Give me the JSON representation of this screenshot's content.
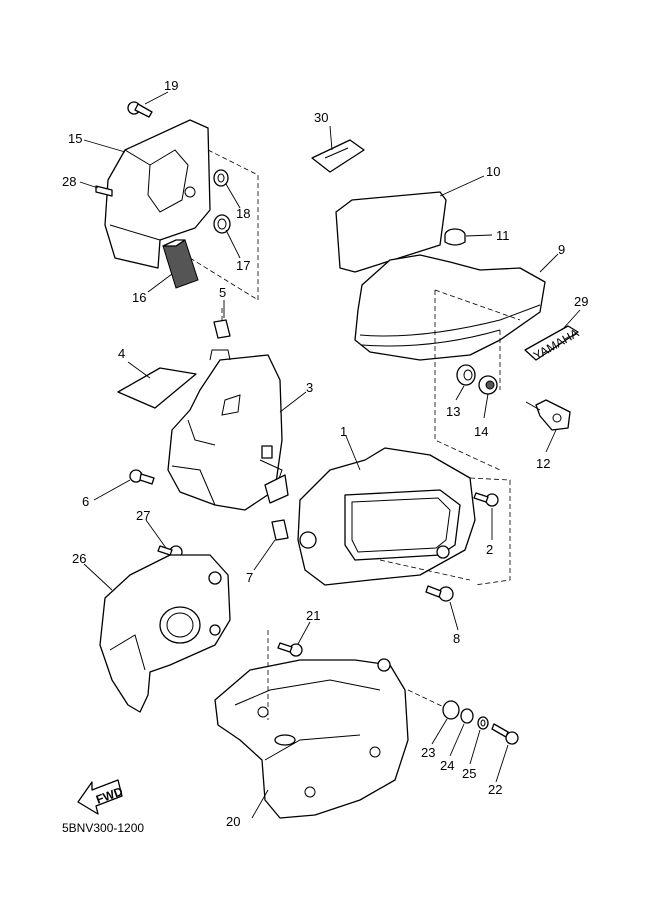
{
  "diagram_code": "5BNV300-1200",
  "fwd_label": "FWD",
  "badge_text": "YAMAHA",
  "parts": [
    {
      "id": "p1",
      "label": "1"
    },
    {
      "id": "p2",
      "label": "2"
    },
    {
      "id": "p3",
      "label": "3"
    },
    {
      "id": "p4",
      "label": "4"
    },
    {
      "id": "p5",
      "label": "5"
    },
    {
      "id": "p6",
      "label": "6"
    },
    {
      "id": "p7",
      "label": "7"
    },
    {
      "id": "p8",
      "label": "8"
    },
    {
      "id": "p9",
      "label": "9"
    },
    {
      "id": "p10",
      "label": "10"
    },
    {
      "id": "p11",
      "label": "11"
    },
    {
      "id": "p12",
      "label": "12"
    },
    {
      "id": "p13",
      "label": "13"
    },
    {
      "id": "p14",
      "label": "14"
    },
    {
      "id": "p15",
      "label": "15"
    },
    {
      "id": "p16",
      "label": "16"
    },
    {
      "id": "p17",
      "label": "17"
    },
    {
      "id": "p18",
      "label": "18"
    },
    {
      "id": "p19",
      "label": "19"
    },
    {
      "id": "p20",
      "label": "20"
    },
    {
      "id": "p21",
      "label": "21"
    },
    {
      "id": "p22",
      "label": "22"
    },
    {
      "id": "p23",
      "label": "23"
    },
    {
      "id": "p24",
      "label": "24"
    },
    {
      "id": "p25",
      "label": "25"
    },
    {
      "id": "p26",
      "label": "26"
    },
    {
      "id": "p27",
      "label": "27"
    },
    {
      "id": "p28",
      "label": "28"
    },
    {
      "id": "p29",
      "label": "29"
    },
    {
      "id": "p30",
      "label": "30"
    }
  ]
}
